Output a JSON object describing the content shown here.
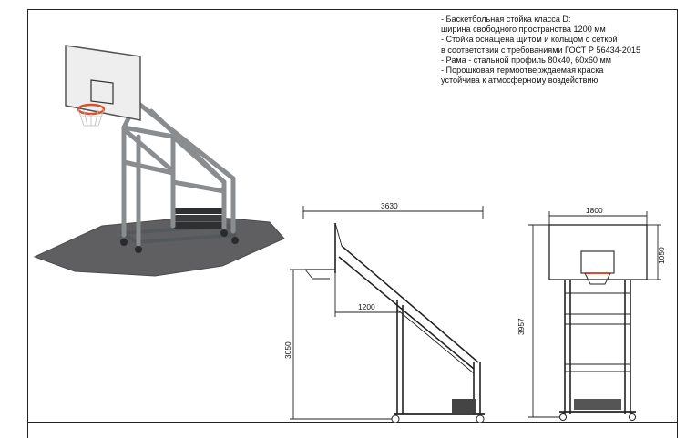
{
  "specs": {
    "lines": [
      "- Баскетбольная стойка класса D:",
      "ширина свободного пространства 1200 мм",
      "- Стойка оснащена щитом и кольцом с сеткой",
      "в соответствии с требованиями ГОСТ Р 56434-2015",
      "- Рама - стальной профиль 80х40, 60х60 мм",
      "- Порошковая термоотверждаемая краска",
      "устойчива к атмосферному воздействию"
    ]
  },
  "side_view": {
    "overall_width": "3630",
    "overhang": "1200",
    "rim_height": "3050"
  },
  "front_view": {
    "board_width": "1800",
    "board_height": "1050",
    "total_height": "3957"
  },
  "colors": {
    "steel": "#8a8d90",
    "steel_dark": "#55585b",
    "pad": "#5f5f62",
    "rim": "#d8512b",
    "line": "#222222"
  }
}
